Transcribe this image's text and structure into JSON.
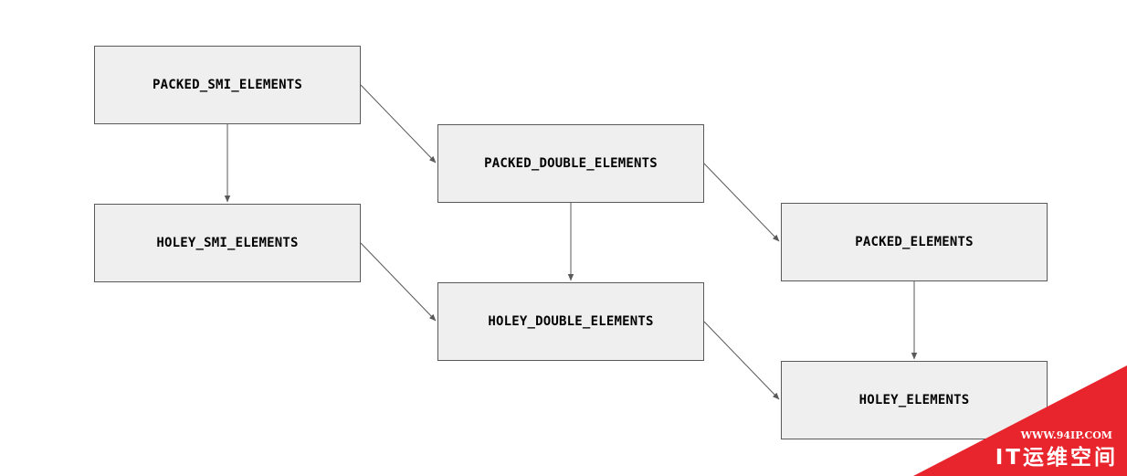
{
  "diagram": {
    "nodes": {
      "packed_smi": "PACKED_SMI_ELEMENTS",
      "holey_smi": "HOLEY_SMI_ELEMENTS",
      "packed_double": "PACKED_DOUBLE_ELEMENTS",
      "holey_double": "HOLEY_DOUBLE_ELEMENTS",
      "packed": "PACKED_ELEMENTS",
      "holey": "HOLEY_ELEMENTS"
    },
    "edges": [
      {
        "from": "packed_smi",
        "to": "holey_smi"
      },
      {
        "from": "packed_smi",
        "to": "packed_double"
      },
      {
        "from": "holey_smi",
        "to": "holey_double"
      },
      {
        "from": "packed_double",
        "to": "holey_double"
      },
      {
        "from": "packed_double",
        "to": "packed"
      },
      {
        "from": "holey_double",
        "to": "holey"
      },
      {
        "from": "packed",
        "to": "holey"
      }
    ]
  },
  "watermark": {
    "url": "WWW.94IP.COM",
    "brand": "IT运维空间",
    "color": "#e8242c"
  },
  "colors": {
    "node_fill": "#efefef",
    "node_border": "#595959",
    "edge": "#595959"
  }
}
